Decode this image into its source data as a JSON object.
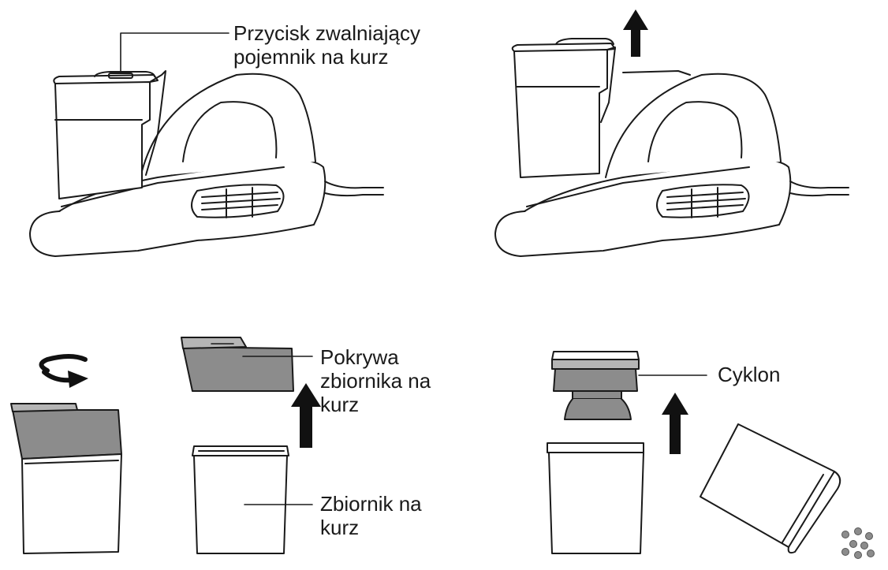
{
  "labels": {
    "release_button": [
      "Przycisk zwalniający",
      "pojemnik na kurz"
    ],
    "lid": [
      "Pokrywa",
      "zbiornika na",
      "kurz"
    ],
    "container": [
      "Zbiornik na",
      "kurz"
    ],
    "cyclone": [
      "Cyklon"
    ]
  },
  "colors": {
    "line": "#1a1a1a",
    "fill_gray": "#8c8c8c",
    "fill_light": "#b5b5b5",
    "arrow": "#111111"
  },
  "icons": [
    "arrow-up-icon",
    "rotate-arrow-icon"
  ]
}
